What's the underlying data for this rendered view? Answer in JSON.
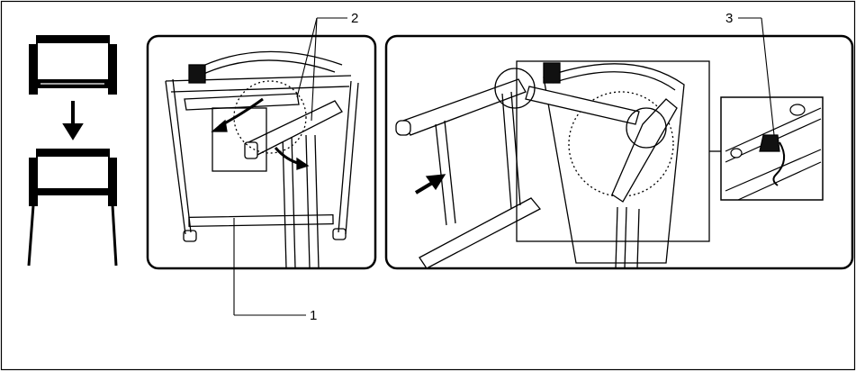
{
  "callouts": {
    "one": "1",
    "two": "2",
    "three": "3"
  },
  "colors": {
    "stroke": "#000000",
    "background": "#ffffff"
  }
}
